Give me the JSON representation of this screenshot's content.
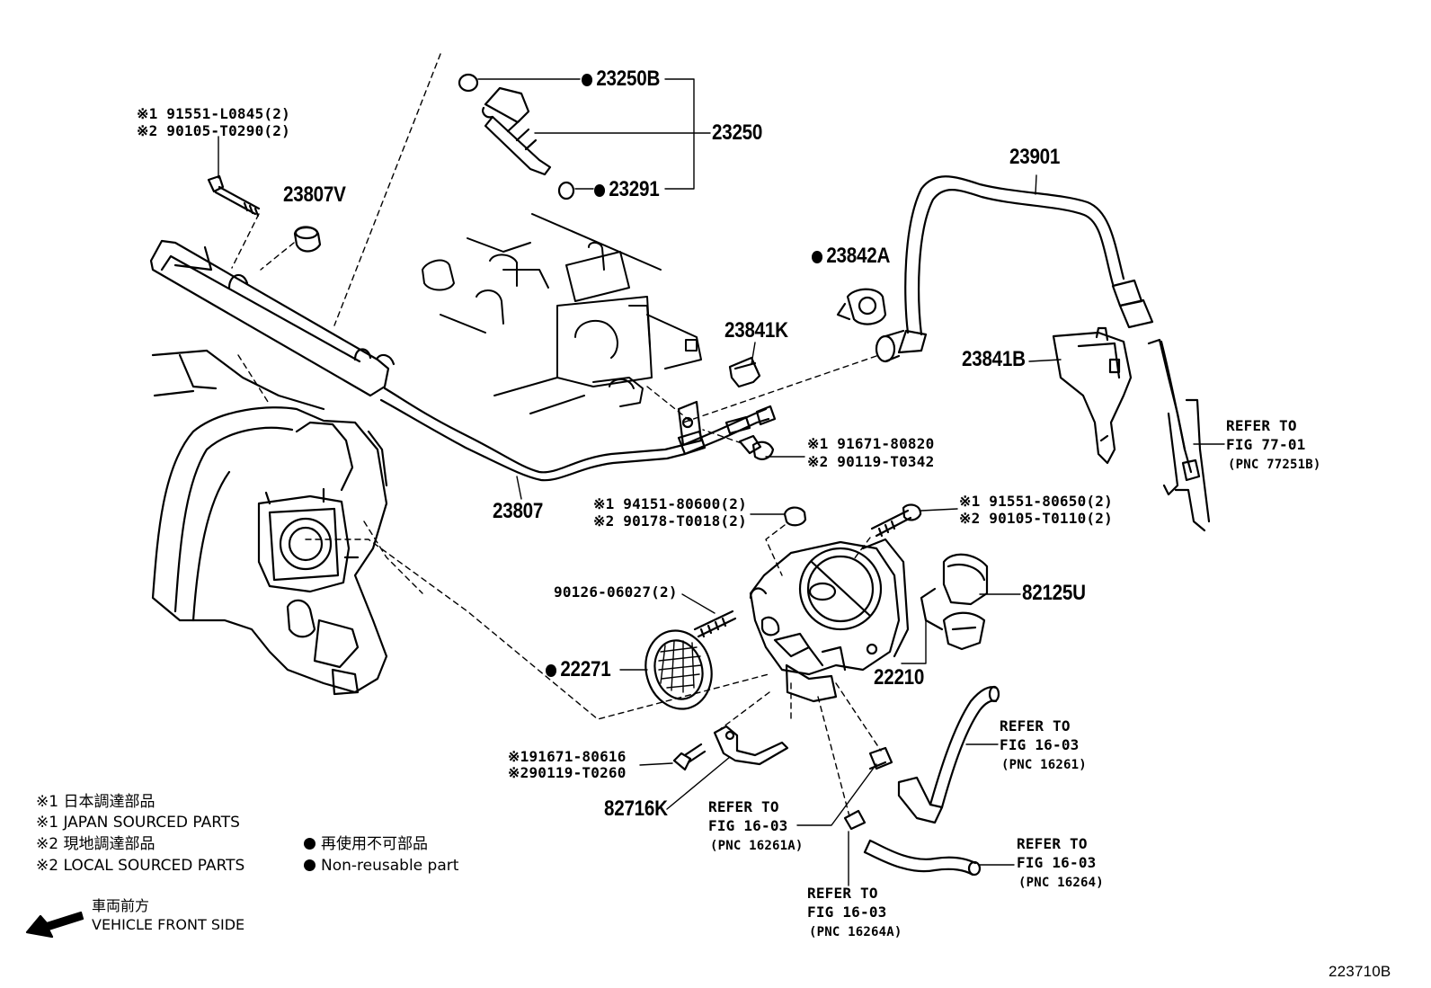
{
  "callouts": {
    "c23250B": "23250B",
    "c23250": "23250",
    "c23291": "23291",
    "c23901": "23901",
    "c23842A": "23842A",
    "c23807V": "23807V",
    "c23841K": "23841K",
    "c23841B": "23841B",
    "c23807": "23807",
    "c82125U": "82125U",
    "c22210": "22210",
    "c22271": "22271",
    "c82716K": "82716K",
    "c90126": "90126-06027(2)"
  },
  "bolt_refs": {
    "b1_l1": "※1 91551-L0845(2)",
    "b1_l2": "※2 90105-T0290(2)",
    "b2_l1": "※1 91671-80820",
    "b2_l2": "※2 90119-T0342",
    "b3_l1": "※1 94151-80600(2)",
    "b3_l2": "※2 90178-T0018(2)",
    "b4_l1": "※1 91551-80650(2)",
    "b4_l2": "※2 90105-T0110(2)",
    "b5_l1": "※191671-80616",
    "b5_l2": "※290119-T0260"
  },
  "refer": {
    "r1_l1": "REFER TO",
    "r1_l2": "FIG 77-01",
    "r1_l3": "(PNC 77251B)",
    "r2_l1": "REFER TO",
    "r2_l2": "FIG 16-03",
    "r2_l3": "(PNC 16261)",
    "r3_l1": "REFER TO",
    "r3_l2": "FIG 16-03",
    "r3_l3": "(PNC 16261A)",
    "r4_l1": "REFER TO",
    "r4_l2": "FIG 16-03",
    "r4_l3": "(PNC 16264)",
    "r5_l1": "REFER TO",
    "r5_l2": "FIG 16-03",
    "r5_l3": "(PNC 16264A)"
  },
  "legend": {
    "jp1": "※1 日本調達部品",
    "en1": "※1 JAPAN SOURCED PARTS",
    "jp2": "※2 現地調達部品",
    "en2": "※2 LOCAL SOURCED PARTS",
    "nr_jp": "再使用不可部品",
    "nr_en": "Non-reusable part"
  },
  "direction": {
    "jp": "車両前方",
    "en": "VEHICLE FRONT SIDE"
  },
  "figure_id": "223710B"
}
